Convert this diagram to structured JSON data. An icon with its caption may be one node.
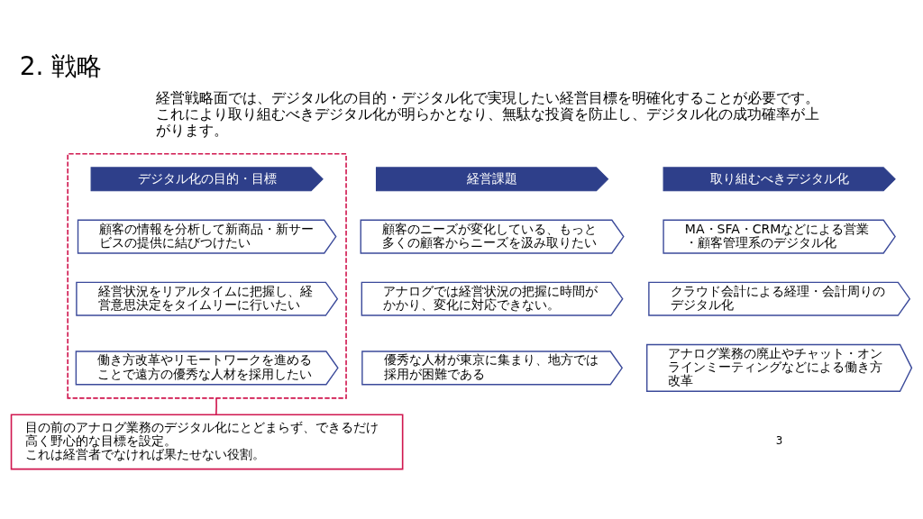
{
  "diagram": {
    "title": "2. 戦略",
    "nodes": [
      {
        "text": [
          "経営課題"
        ]
      },
      {
        "text": [],
        "shape": "box"
      },
      {
        "text": [
          "デジタル化の目的・目標"
        ],
        "in": 1
      },
      {
        "text": [
          "取り組むべきデジタル化"
        ]
      },
      {
        "text": [
          "顧客のニーズが変化している、もっと多くの顧客からニーズを汲み取りたい"
        ]
      },
      {
        "text": [
          "顧客の情報を分析して新商品・新サービスの提供に結びつけたい"
        ],
        "in": 1
      },
      {
        "text": [
          "MA・SFA・CRMなどによる営業・顧客管理系のデジタル化"
        ]
      },
      {
        "text": [
          "アナログでは経営状況の把握に時間がかかり、変化に対応できない。"
        ]
      },
      {
        "text": [
          "経営状況をリアルタイムに把握し、経営意思決定をタイムリーに行いたい"
        ],
        "in": 1
      },
      {
        "text": [
          "クラウド会計による経理・会計周りのデジタル化"
        ]
      },
      {
        "text": [
          "優秀な人材が東京に集まり、地方では採用が困難である"
        ]
      },
      {
        "text": [
          "働き方改革やリモートワークを進めることで遠方の優秀な人材を採用したい"
        ],
        "in": 1
      },
      {
        "text": [
          "アナログ業務の廃止やチャット・オンラインミーティングなどによる働き方改革"
        ]
      },
      {
        "text": [
          "目の前のアナログ業務のデジタル化にとどまらず、できるだけ高く野心的な目標を設定。",
          "これは経営者でなければ果たせない役割。"
        ]
      }
    ],
    "edges": [
      {
        "from": 13,
        "to": 1,
        "arrow": "none",
        "color": "#d0174f"
      }
    ],
    "labels": [
      "経営戦略面では、デジタル化の目的・デジタル化で実現したい経営目標を明確化することが必要です。これにより取り組むべきデジタル化が明らかとなり、無駄な投資を防止し、デジタル化の成功確率が上がります。",
      "3"
    ]
  }
}
